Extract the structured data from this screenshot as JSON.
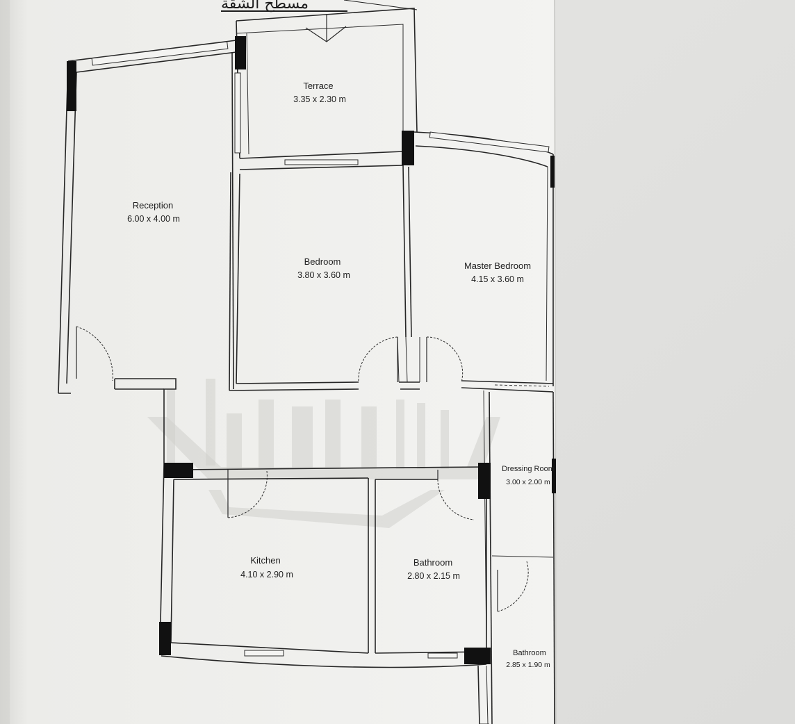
{
  "header": {
    "title": "مسطح الشقة",
    "corner_note": ""
  },
  "rooms": [
    {
      "id": "terrace",
      "name": "Terrace",
      "dimensions": "3.35 x 2.30 m"
    },
    {
      "id": "reception",
      "name": "Reception",
      "dimensions": "6.00 x 4.00 m"
    },
    {
      "id": "bedroom",
      "name": "Bedroom",
      "dimensions": "3.80 x 3.60 m"
    },
    {
      "id": "master-bedroom",
      "name": "Master Bedroom",
      "dimensions": "4.15 x 3.60 m"
    },
    {
      "id": "dressing-room",
      "name": "Dressing Room",
      "dimensions": "3.00 x 2.00 m"
    },
    {
      "id": "kitchen",
      "name": "Kitchen",
      "dimensions": "4.10 x 2.90 m"
    },
    {
      "id": "bathroom-1",
      "name": "Bathroom",
      "dimensions": "2.80 x 2.15 m"
    },
    {
      "id": "bathroom-2",
      "name": "Bathroom",
      "dimensions": "2.85 x 1.90 m"
    }
  ]
}
